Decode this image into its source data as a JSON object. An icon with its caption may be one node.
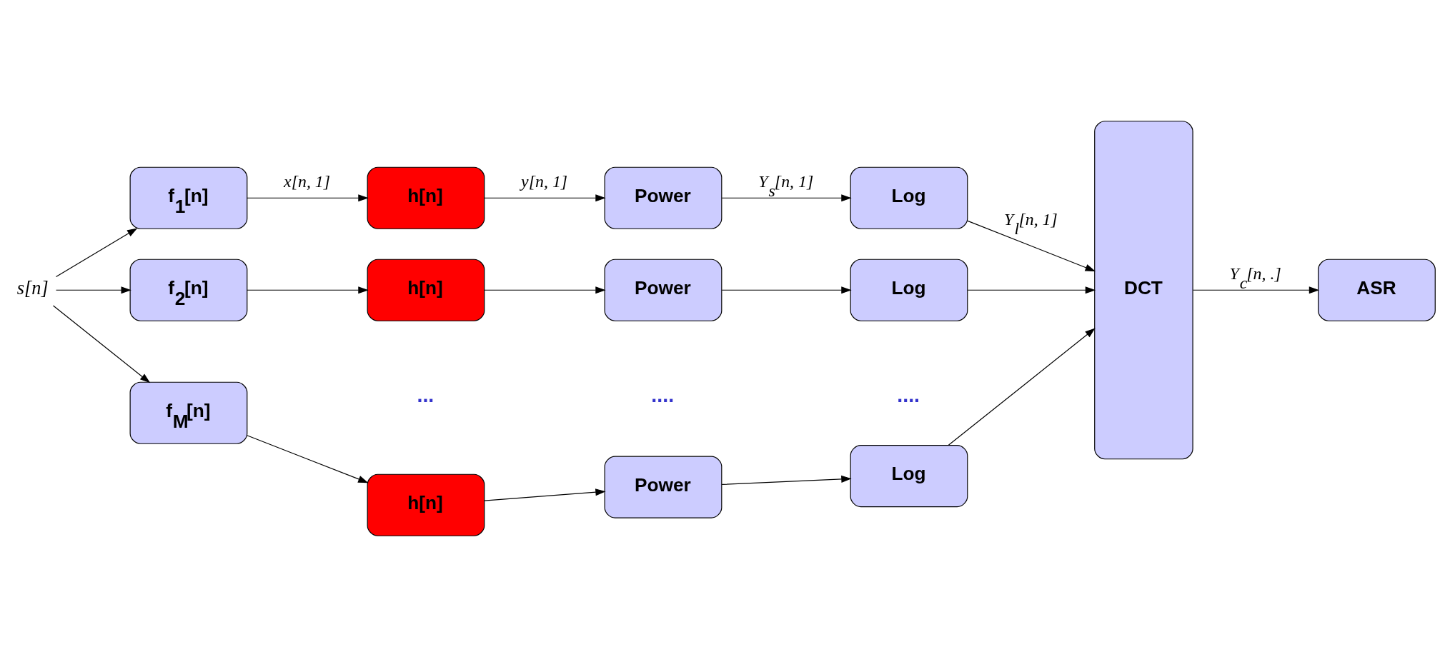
{
  "diagram": {
    "nodes": [
      {
        "text": [
          "s[n]"
        ]
      },
      {
        "text": [
          "f$_{1}$[n]"
        ]
      },
      {
        "text": [
          "h[n]"
        ]
      },
      {
        "text": [
          "Power"
        ]
      },
      {
        "text": [
          "Log"
        ]
      },
      {
        "text": [
          "f$_{2}$[n]"
        ]
      },
      {
        "text": [
          "h[n]"
        ]
      },
      {
        "text": [
          "Power"
        ]
      },
      {
        "text": [
          "Log"
        ]
      },
      {
        "text": [
          "f$_{M}$[n]"
        ]
      },
      {
        "text": [
          "h[n]"
        ]
      },
      {
        "text": [
          "Power"
        ]
      },
      {
        "text": [
          "Log"
        ]
      },
      {
        "text": [
          "DCT"
        ]
      },
      {
        "text": [
          "ASR"
        ]
      }
    ],
    "edges": [
      {
        "from": 0,
        "to": 1,
        "arrow": "to"
      },
      {
        "from": 0,
        "to": 5,
        "arrow": "to"
      },
      {
        "from": 0,
        "to": 9,
        "arrow": "to"
      },
      {
        "from": 1,
        "to": 2,
        "arrow": "to",
        "label": "x[n, 1]"
      },
      {
        "from": 2,
        "to": 3,
        "arrow": "to",
        "label": "y[n, 1]"
      },
      {
        "from": 3,
        "to": 4,
        "arrow": "to",
        "label": "Y$_{s}$[n, 1]"
      },
      {
        "from": 4,
        "to": 13,
        "arrow": "to",
        "label": "Y$_{l}$[n, 1]"
      },
      {
        "from": 5,
        "to": 6,
        "arrow": "to"
      },
      {
        "from": 6,
        "to": 7,
        "arrow": "to"
      },
      {
        "from": 7,
        "to": 8,
        "arrow": "to"
      },
      {
        "from": 8,
        "to": 13,
        "arrow": "to"
      },
      {
        "from": 9,
        "to": 10,
        "arrow": "to"
      },
      {
        "from": 10,
        "to": 11,
        "arrow": "to"
      },
      {
        "from": 11,
        "to": 12,
        "arrow": "to"
      },
      {
        "from": 12,
        "to": 13,
        "arrow": "to"
      },
      {
        "from": 13,
        "to": 14,
        "arrow": "to",
        "label": "Y$_{c}$[n, .]"
      }
    ],
    "labels": [
      "...",
      "....",
      "...."
    ]
  }
}
